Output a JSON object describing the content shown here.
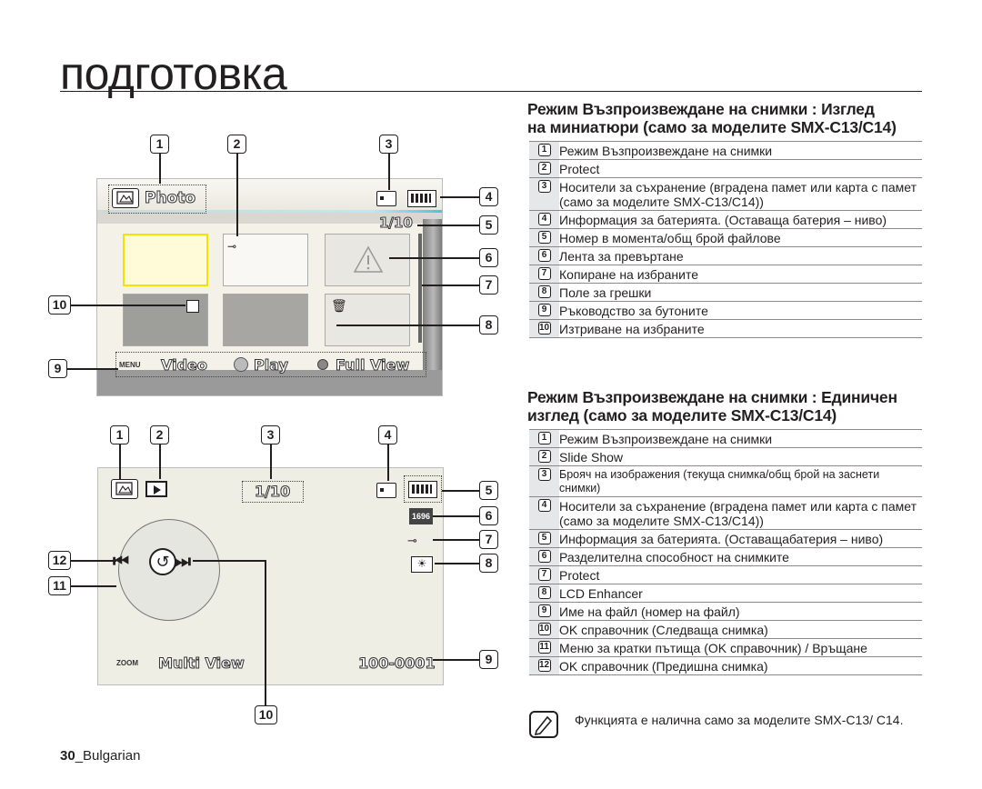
{
  "page": {
    "title": "подготовка",
    "footer_page": "30",
    "footer_lang": "_Bulgarian"
  },
  "section1": {
    "title_line1": "Режим Възпроизвеждане на снимки : Изглед",
    "title_line2": "на миниатюри (само за моделите SMX-C13/C14)",
    "items": [
      {
        "n": "1",
        "text": "Режим Възпроизвеждане на снимки"
      },
      {
        "n": "2",
        "text": "Protect"
      },
      {
        "n": "3",
        "text": "Носители за съхранение (вградена памет или карта с памет (само за моделите SMX-C13/C14))"
      },
      {
        "n": "4",
        "text": "Информация за батерията. (Оставаща батерия – ниво)"
      },
      {
        "n": "5",
        "text": "Номер в момента/общ брой файлове"
      },
      {
        "n": "6",
        "text": "Лента за превъртане"
      },
      {
        "n": "7",
        "text": "Копиране на избраните"
      },
      {
        "n": "8",
        "text": "Поле за грешки"
      },
      {
        "n": "9",
        "text": "Ръководство за бутоните"
      },
      {
        "n": "10",
        "text": "Изтриване на избраните"
      }
    ]
  },
  "section2": {
    "title_line1": "Режим Възпроизвеждане на снимки : Единичен",
    "title_line2": "изглед (само за моделите SMX-C13/C14)",
    "items": [
      {
        "n": "1",
        "text": "Режим Възпроизвеждане на снимки"
      },
      {
        "n": "2",
        "text": "Slide Show"
      },
      {
        "n": "3",
        "text": "Брояч на изображения (текуща снимка/общ брой на заснети снимки)"
      },
      {
        "n": "4",
        "text": "Носители за съхранение (вградена памет или карта с памет (само за моделите SMX-C13/C14))"
      },
      {
        "n": "5",
        "text": "Информация за батерията. (Оставащабатерия – ниво)"
      },
      {
        "n": "6",
        "text": "Разделителна способност на снимките"
      },
      {
        "n": "7",
        "text": "Protect"
      },
      {
        "n": "8",
        "text": "LCD Enhancer"
      },
      {
        "n": "9",
        "text": "Име на файл (номер на файл)"
      },
      {
        "n": "10",
        "text": "OK справочник (Следваща снимка)"
      },
      {
        "n": "11",
        "text": "Меню за кратки пътища (OK справочник) / Връщане"
      },
      {
        "n": "12",
        "text": "OK справочник (Предишна снимка)"
      }
    ]
  },
  "screen1": {
    "mode_label": "Photo",
    "counter": "1/10",
    "menu_tag": "MENU",
    "btn_video": "Video",
    "btn_play": "Play",
    "btn_fullview": "Full View"
  },
  "screen2": {
    "counter": "1/10",
    "resolution": "1696",
    "zoom_tag": "ZOOM",
    "multi_view": "Multi View",
    "file_no": "100-0001"
  },
  "note": "Функцията е налична само за моделите SMX-C13/ C14."
}
